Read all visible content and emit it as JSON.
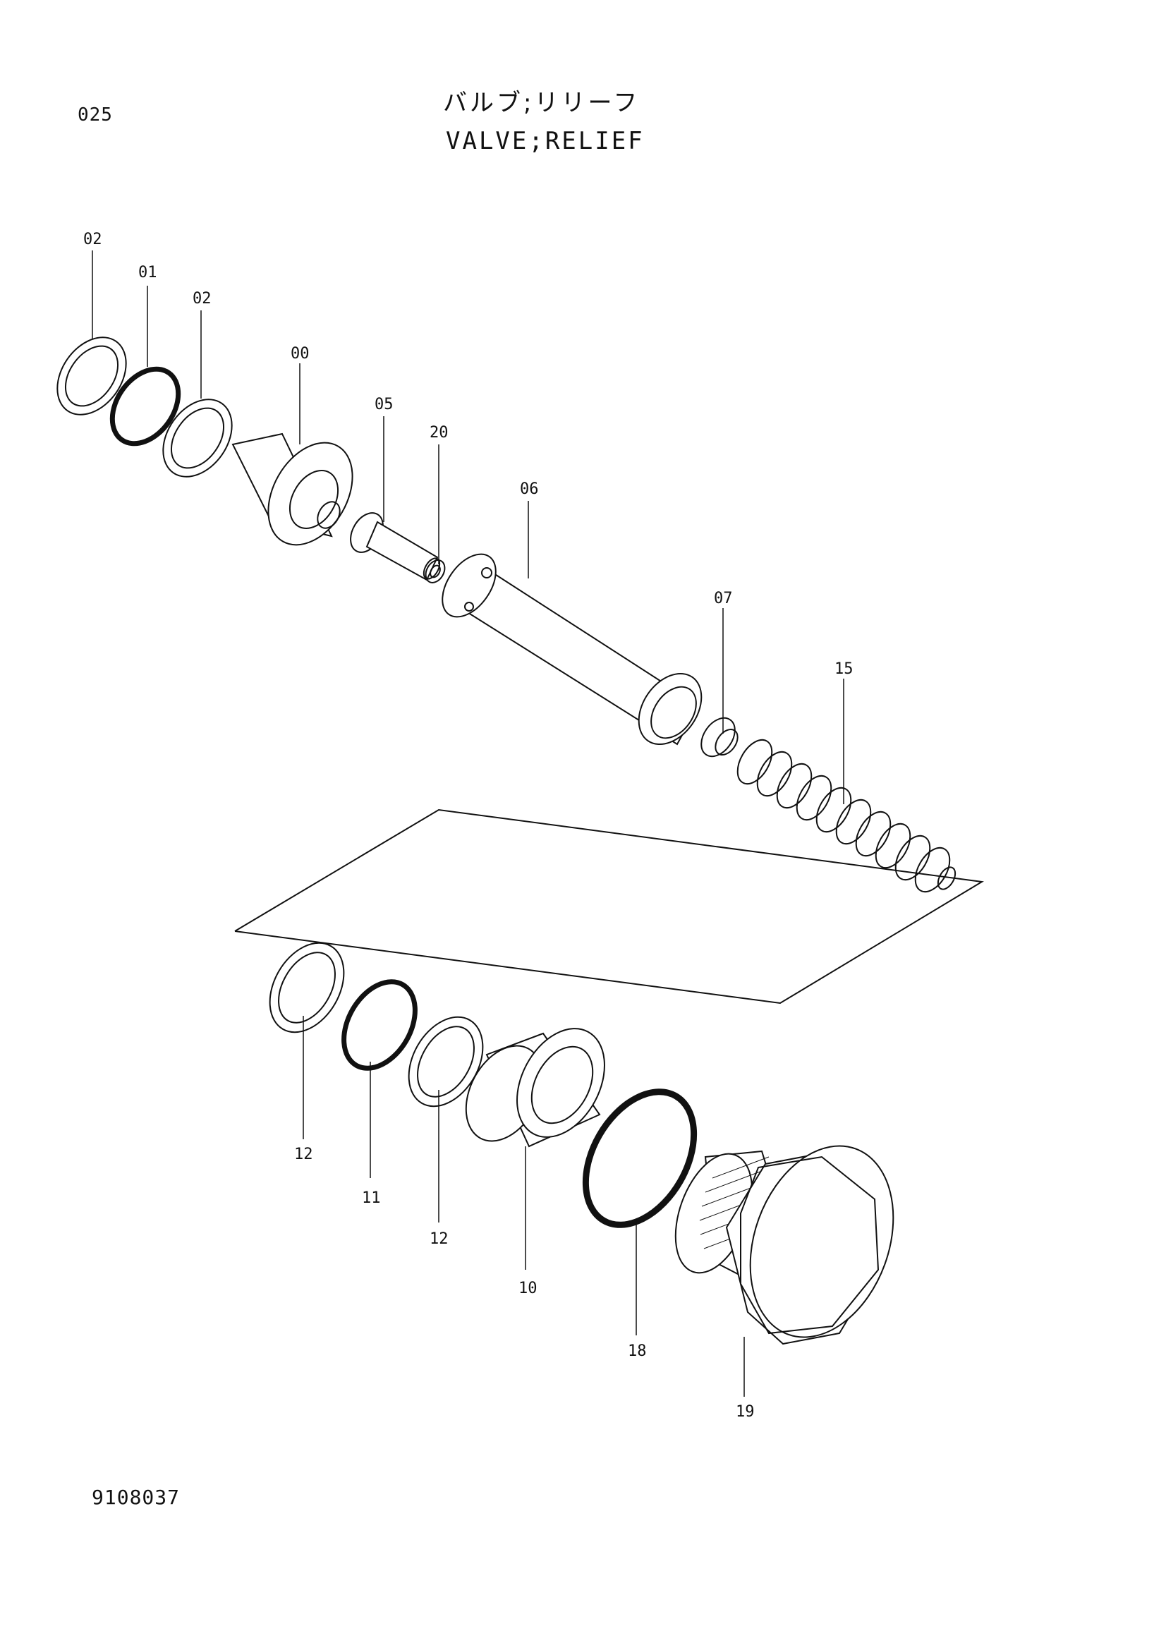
{
  "header": {
    "page_number": "025",
    "title_japanese": "バルブ;リリーフ",
    "title_english": "VALVE;RELIEF"
  },
  "footer": {
    "drawing_number": "9108037"
  },
  "callouts": {
    "c02a": "02",
    "c01": "01",
    "c02b": "02",
    "c00": "00",
    "c05": "05",
    "c20": "20",
    "c06": "06",
    "c07": "07",
    "c15": "15",
    "c12a": "12",
    "c11": "11",
    "c12b": "12",
    "c10": "10",
    "c18": "18",
    "c19": "19"
  }
}
